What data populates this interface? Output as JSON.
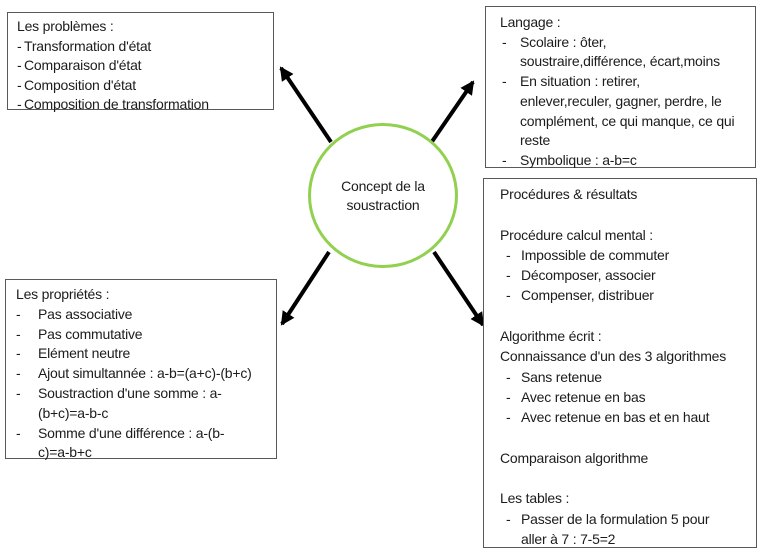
{
  "ui": {
    "bullet": "-"
  },
  "colors": {
    "circle_green": "#92d050",
    "box_border": "#595959",
    "arrow_black": "#000000"
  },
  "center": {
    "label": "Concept de la\nsoustraction"
  },
  "boxes": {
    "problems": {
      "title": "Les problèmes :",
      "items": [
        "Transformation d'état",
        "Comparaison d'état",
        "Composition d'état",
        "Composition de transformation"
      ]
    },
    "language": {
      "title": "Langage :",
      "items": [
        "Scolaire : ôter,\nsoustraire,différence, écart,moins",
        "En situation : retirer,\nenlever,reculer, gagner, perdre, le\ncomplément, ce qui manque, ce qui\nreste",
        "Symbolique : a-b=c"
      ]
    },
    "properties": {
      "title": "Les propriétés :",
      "items": [
        "Pas associative",
        "Pas commutative",
        "Elément neutre",
        "Ajout simultannée : a-b=(a+c)-(b+c)",
        "Soustraction d'une somme : a-\n(b+c)=a-b-c",
        "Somme d'une différence : a-(b-\nc)=a-b+c"
      ]
    },
    "procedures": {
      "title": "Procédures & résultats",
      "mental_heading": "Procédure calcul mental :",
      "mental_items": [
        "Impossible de commuter",
        "Décomposer, associer",
        "Compenser, distribuer"
      ],
      "algo_heading": "Algorithme écrit :",
      "algo_subheading": "Connaissance d'un des 3 algorithmes",
      "algo_items": [
        "Sans retenue",
        "Avec retenue en bas",
        "Avec retenue en bas et en haut"
      ],
      "comparison": "Comparaison algorithme",
      "tables_heading": "Les tables :",
      "tables_items": [
        "Passer de la formulation 5 pour\naller à 7 : 7-5=2"
      ]
    }
  }
}
